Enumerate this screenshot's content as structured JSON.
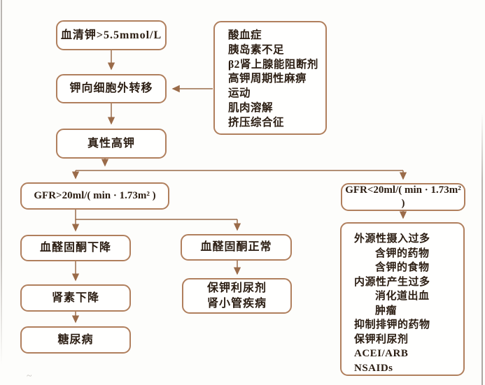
{
  "nodes": {
    "serum_potassium": {
      "label": "血清钾>5.5mmol/L"
    },
    "potassium_shift": {
      "label": "钾向细胞外转移"
    },
    "shift_causes": {
      "lines": [
        "酸血症",
        "胰岛素不足",
        "β2肾上腺能阻断剂",
        "高钾周期性麻痹",
        "运动",
        "肌肉溶解",
        "挤压综合征"
      ]
    },
    "true_hyperkalemia": {
      "label": "真性高钾"
    },
    "gfr_high": {
      "label": "GFR>20ml/( min · 1.73m² )"
    },
    "gfr_low": {
      "label": "GFR<20ml/( min · 1.73m² )"
    },
    "aldosterone_low": {
      "label": "血醛固酮下降"
    },
    "aldosterone_normal": {
      "label": "血醛固酮正常"
    },
    "renin_low": {
      "label": "肾素下降"
    },
    "diabetes": {
      "label": "糖尿病"
    },
    "k_sparing": {
      "lines": [
        "保钾利尿剂",
        "肾小管疾病"
      ]
    },
    "gfr_low_causes": {
      "lines": [
        "外源性摄入过多",
        "含钾的药物",
        "含钾的食物",
        "内源性产生过多",
        "消化道出血",
        "肿瘤",
        "抑制排钾的药物",
        "保钾利尿剂",
        "ACEI/ARB",
        "NSAIDs"
      ]
    }
  },
  "colors": {
    "box_border": "#b07f5d",
    "connector": "#9a6b49",
    "text": "#2b1d12",
    "background": "#fdfdfb"
  }
}
